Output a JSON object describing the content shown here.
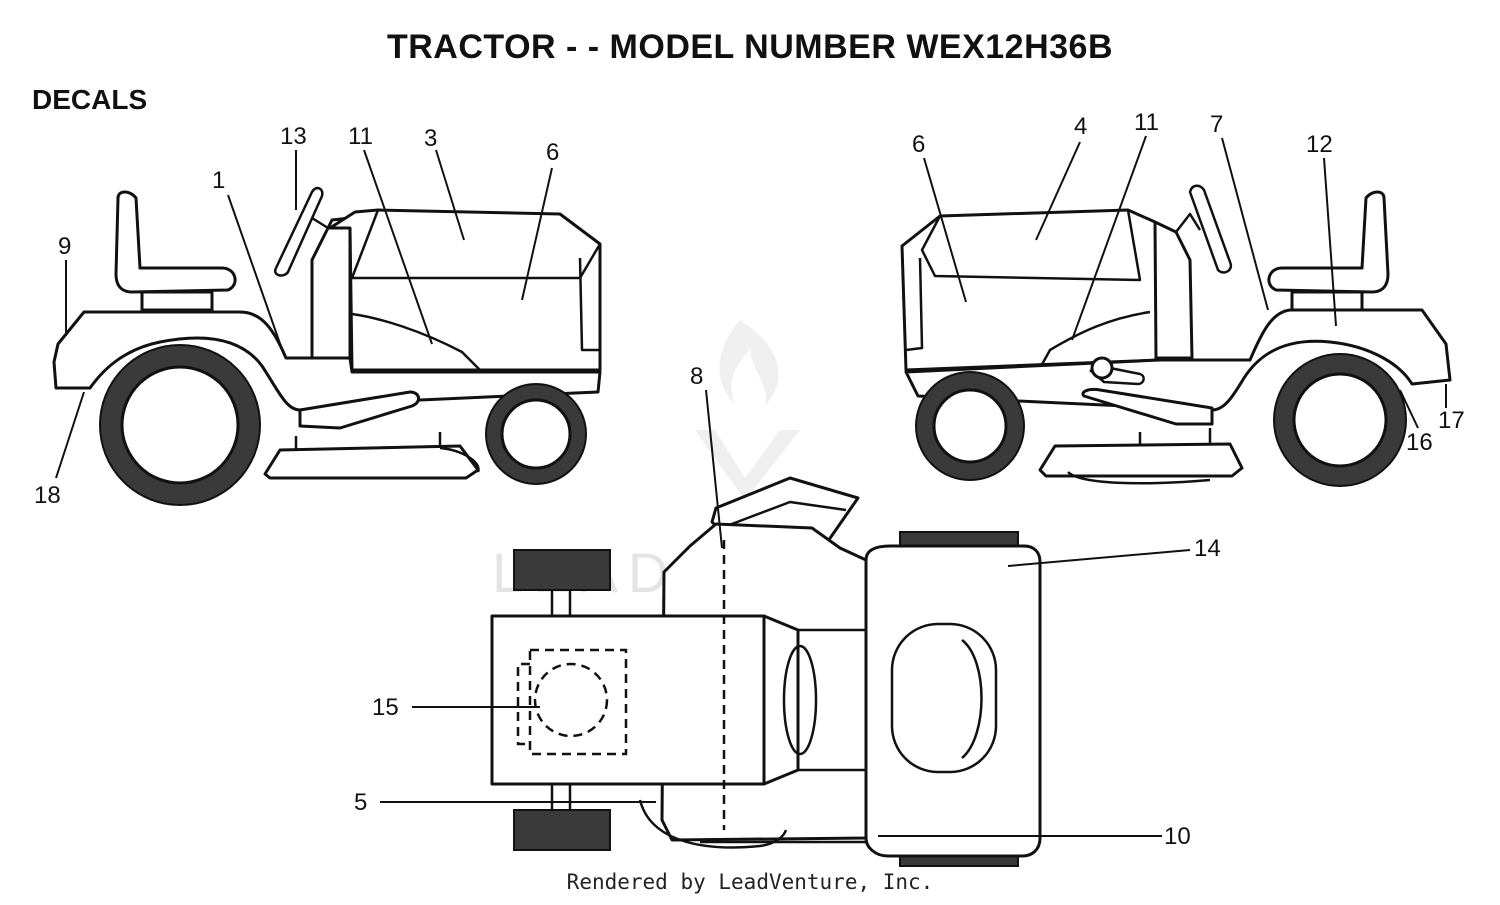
{
  "title": "TRACTOR - - MODEL NUMBER WEX12H36B",
  "section_label": "DECALS",
  "watermark": "LEADVENTURE",
  "footer": "Rendered by LeadVenture, Inc.",
  "callouts": {
    "c1": "1",
    "c3": "3",
    "c4": "4",
    "c5": "5",
    "c6_left": "6",
    "c6_right": "6",
    "c7": "7",
    "c8": "8",
    "c9": "9",
    "c10": "10",
    "c11_left": "11",
    "c11_right": "11",
    "c12": "12",
    "c13": "13",
    "c14": "14",
    "c15": "15",
    "c16": "16",
    "c17": "17",
    "c18": "18"
  }
}
